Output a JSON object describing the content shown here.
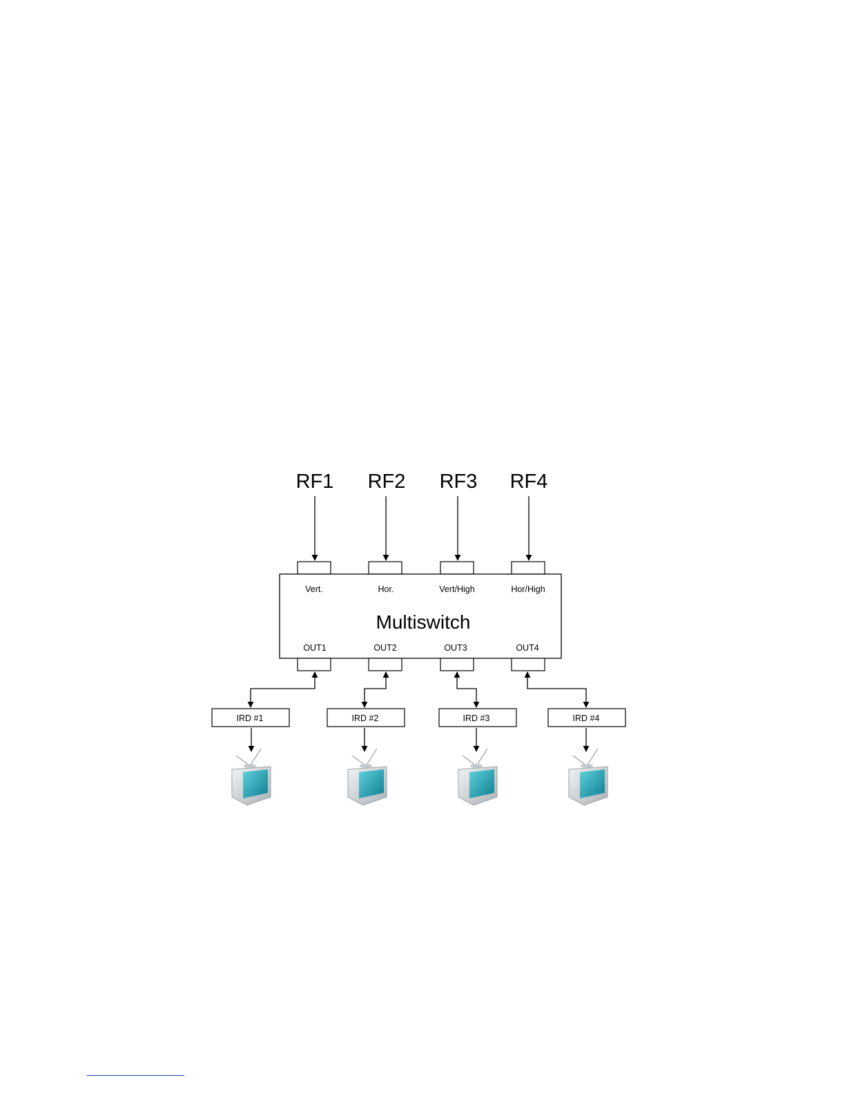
{
  "diagram": {
    "inputs": [
      {
        "rf": "RF1",
        "port": "Vert."
      },
      {
        "rf": "RF2",
        "port": "Hor."
      },
      {
        "rf": "RF3",
        "port": "Vert/High"
      },
      {
        "rf": "RF4",
        "port": "Hor/High"
      }
    ],
    "switch_title": "Multiswitch",
    "outputs": [
      "OUT1",
      "OUT2",
      "OUT3",
      "OUT4"
    ],
    "receivers": [
      "IRD #1",
      "IRD #2",
      "IRD #3",
      "IRD #4"
    ],
    "colors": {
      "line": "#000000",
      "tv_screen": "#1f9fb0",
      "tv_body": "#d9dde0",
      "footnote_rule": "#1a3fa0"
    },
    "icons": [
      "tv-icon"
    ]
  }
}
